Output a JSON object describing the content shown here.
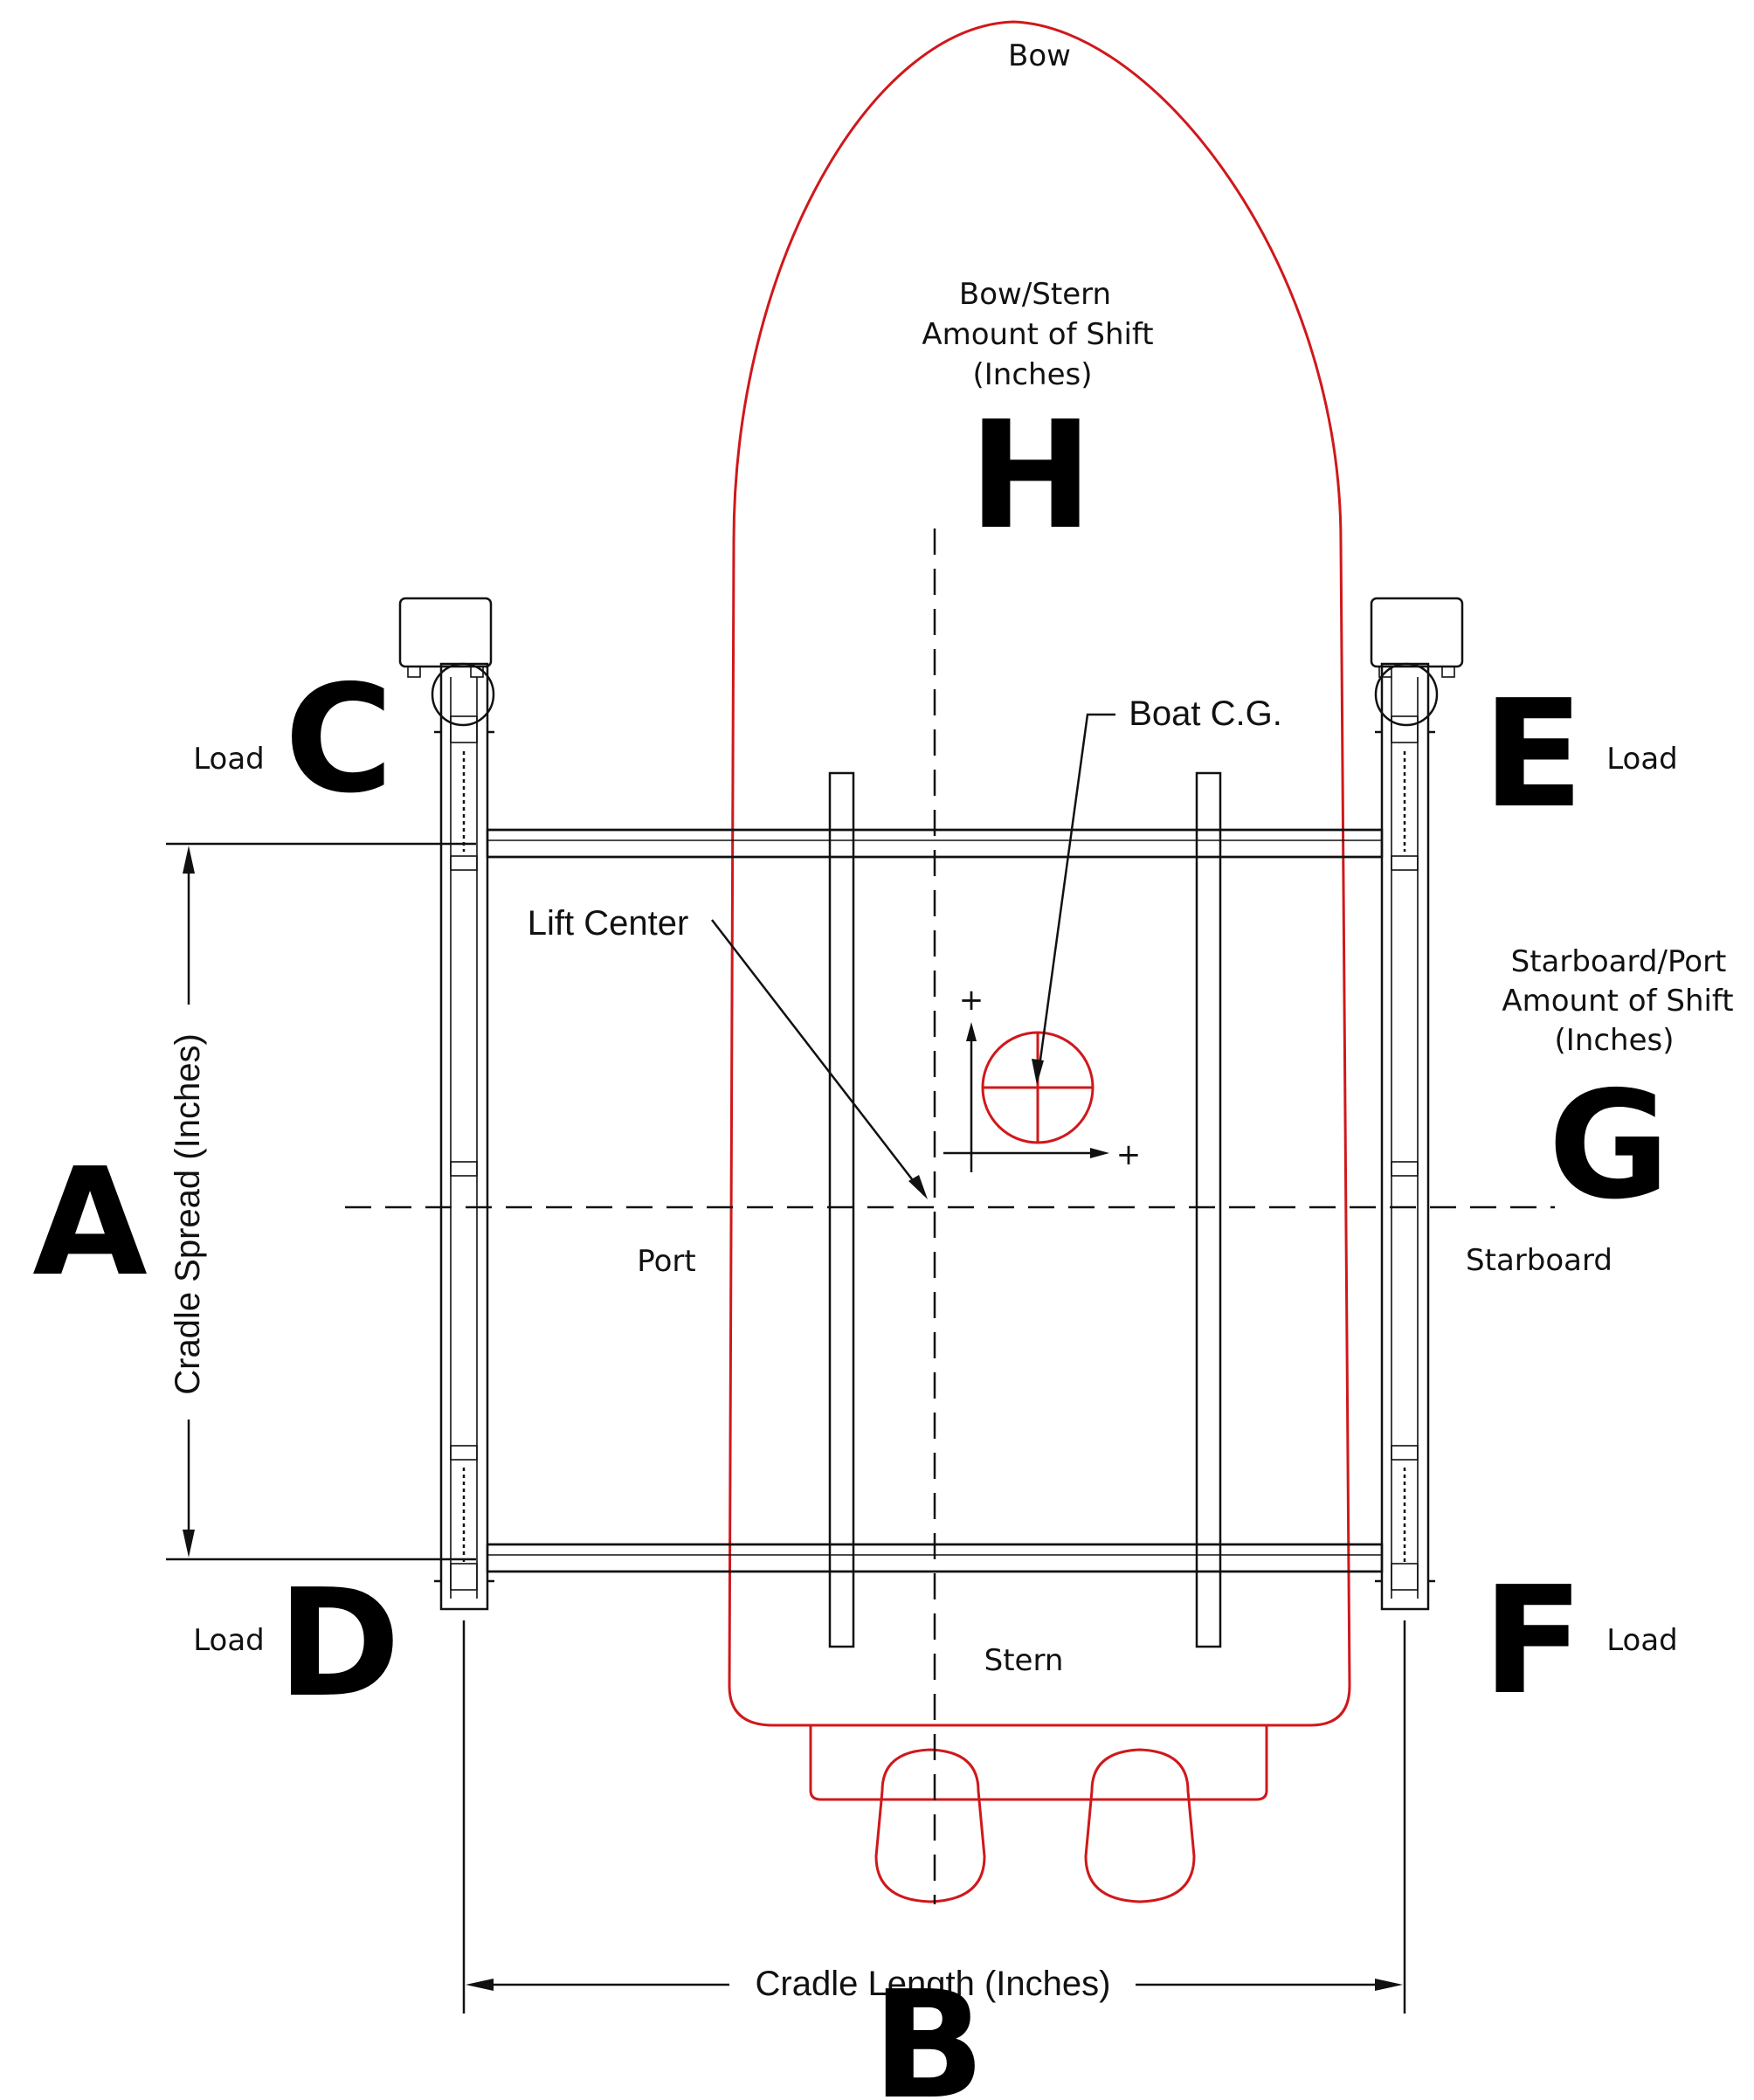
{
  "labels": {
    "bow": "Bow",
    "stern": "Stern",
    "port": "Port",
    "starboard": "Starboard",
    "bow_stern_shift": [
      "Bow/Stern",
      "Amount of Shift",
      "(Inches)"
    ],
    "starboard_port_shift": [
      "Starboard/Port",
      "Amount of Shift",
      "(Inches)"
    ],
    "cradle_spread": "Cradle Spread (Inches)",
    "cradle_length": "Cradle Length (Inches)",
    "lift_center": "Lift Center",
    "boat_cg": "Boat C.G.",
    "load": "Load",
    "plus": "+"
  },
  "letters": {
    "a": "A",
    "b": "B",
    "c": "C",
    "d": "D",
    "e": "E",
    "f": "F",
    "g": "G",
    "h": "H"
  },
  "colors": {
    "hull": "#d0181b",
    "lines": "#111111"
  }
}
